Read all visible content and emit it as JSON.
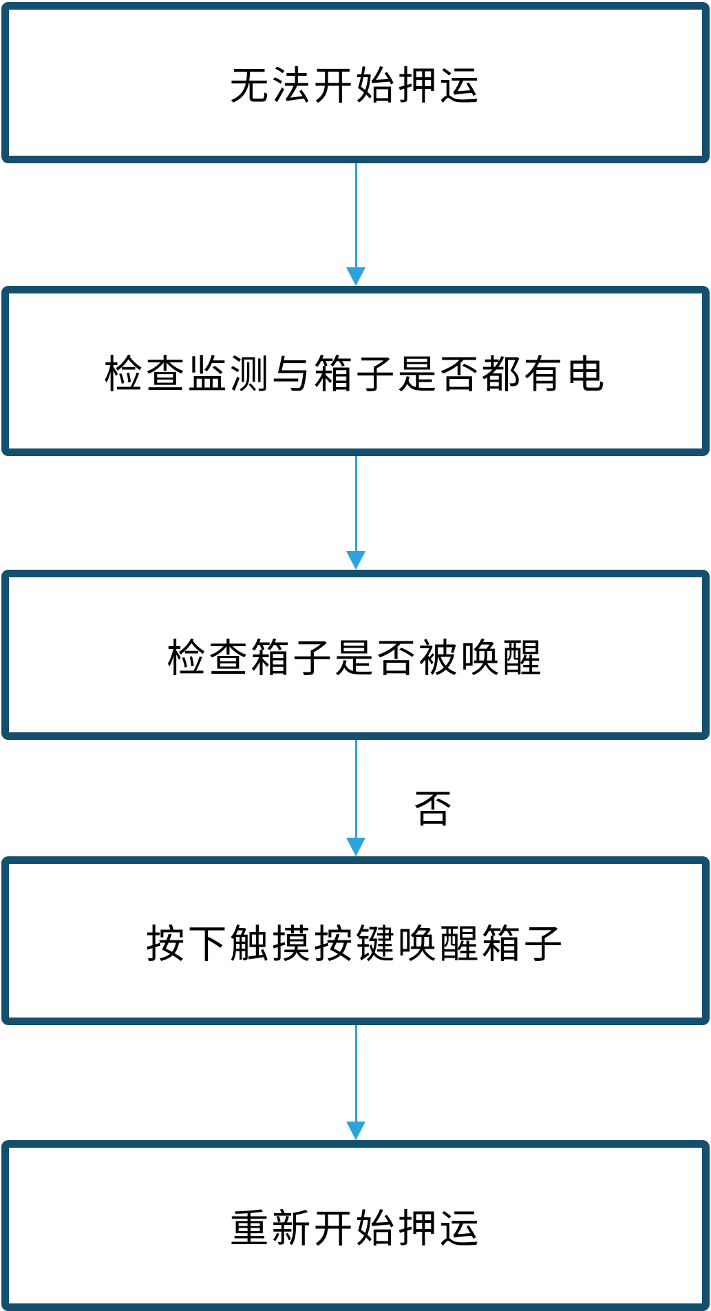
{
  "diagram": {
    "type": "flowchart",
    "direction": "top-down",
    "colors": {
      "node_border": "#144F6E",
      "node_fill": "#FFFFFF",
      "arrow": "#2BA3DC",
      "text": "#000000",
      "background": "#FFFFFF"
    },
    "nodes": [
      {
        "id": "n1",
        "label": "无法开始押运"
      },
      {
        "id": "n2",
        "label": "检查监测与箱子是否都有电"
      },
      {
        "id": "n3",
        "label": "检查箱子是否被唤醒"
      },
      {
        "id": "n4",
        "label": "按下触摸按键唤醒箱子"
      },
      {
        "id": "n5",
        "label": "重新开始押运"
      }
    ],
    "edges": [
      {
        "from": "n1",
        "to": "n2",
        "label": ""
      },
      {
        "from": "n2",
        "to": "n3",
        "label": ""
      },
      {
        "from": "n3",
        "to": "n4",
        "label": "否"
      },
      {
        "from": "n4",
        "to": "n5",
        "label": ""
      }
    ]
  }
}
